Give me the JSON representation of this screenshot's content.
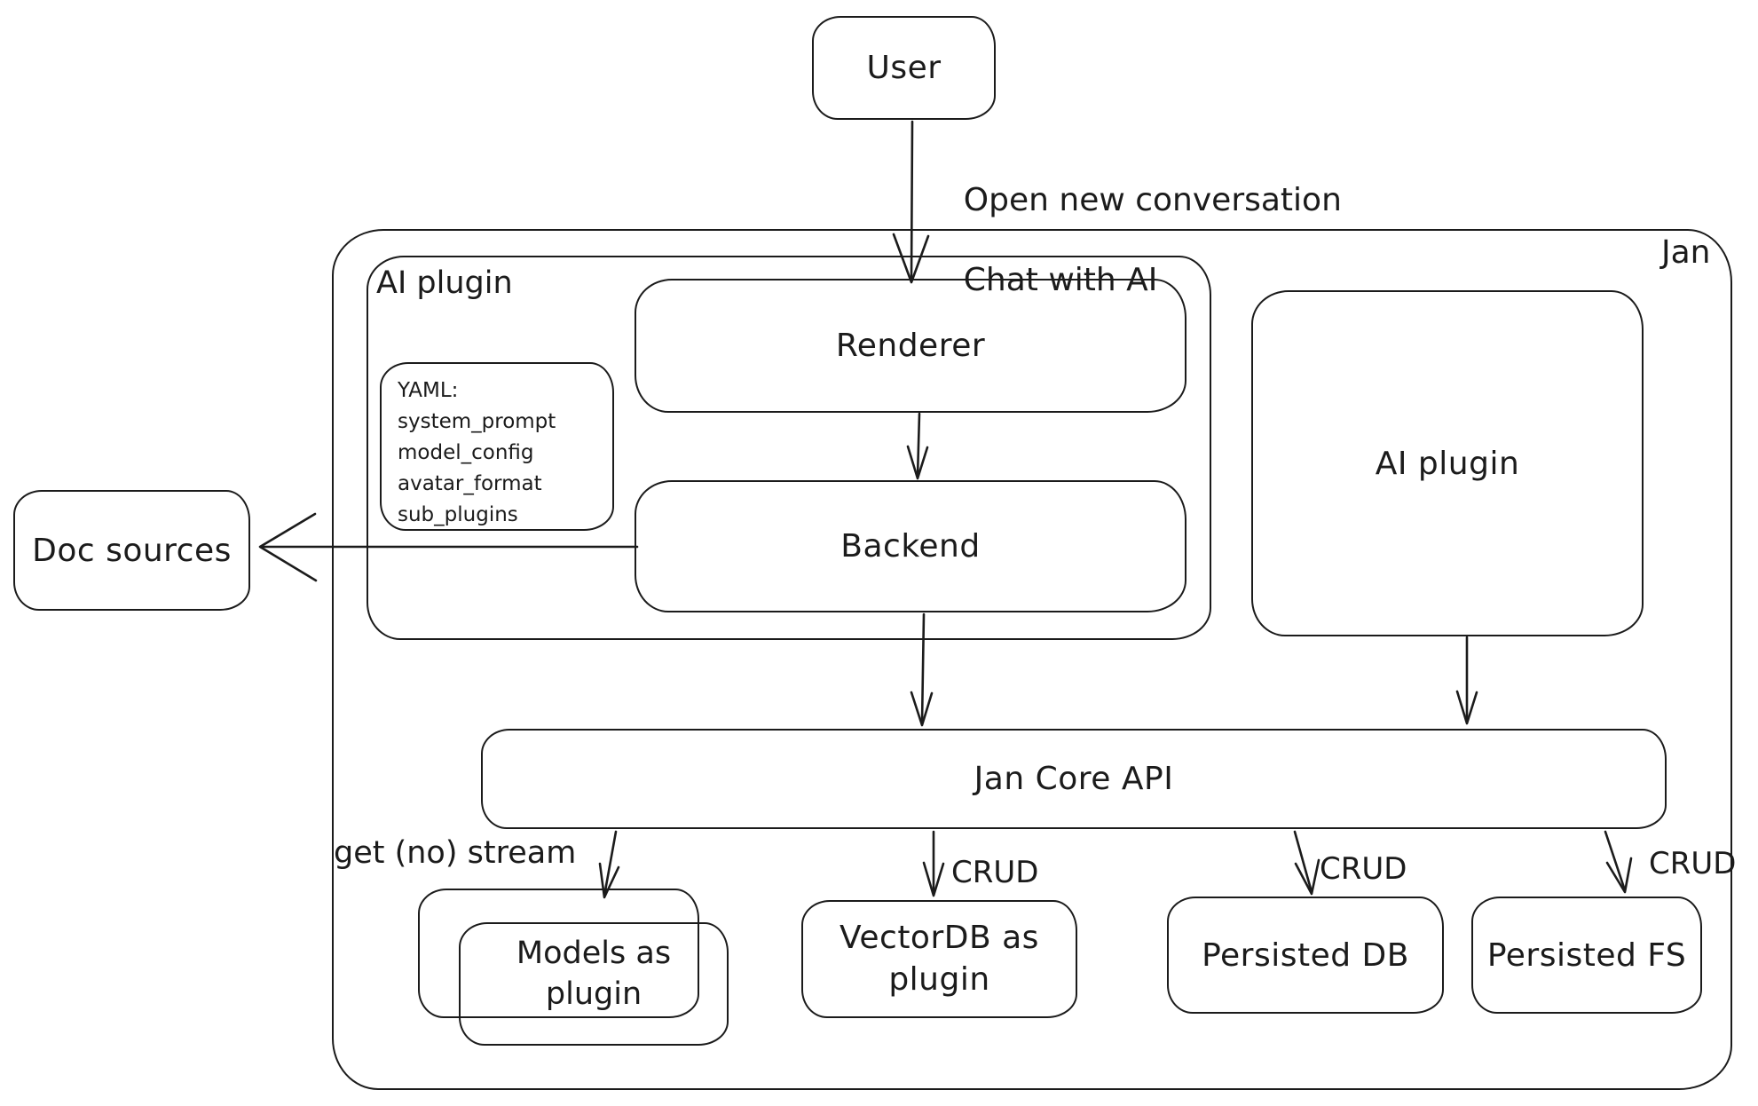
{
  "colors": {
    "stroke": "#1b1b1b",
    "background": "#ffffff"
  },
  "nodes": {
    "user": "User",
    "jan": "Jan",
    "ai_plugin_group": "AI plugin",
    "renderer": "Renderer",
    "backend": "Backend",
    "ai_plugin_right": "AI plugin",
    "doc_sources": "Doc sources",
    "jan_core_api": "Jan Core API",
    "models": "Models as plugin",
    "vectordb": "VectorDB as plugin",
    "persisted_db": "Persisted DB",
    "persisted_fs": "Persisted FS"
  },
  "yaml_note": {
    "lines": [
      "YAML:",
      "system_prompt",
      "model_config",
      "avatar_format",
      "sub_plugins"
    ]
  },
  "edge_labels": {
    "user_to_renderer_line1": "Open new conversation",
    "user_to_renderer_line2": "Chat with AI",
    "api_to_models": "get (no) stream",
    "api_to_vectordb": "CRUD",
    "api_to_persisted_db": "CRUD",
    "api_to_persisted_fs": "CRUD"
  }
}
